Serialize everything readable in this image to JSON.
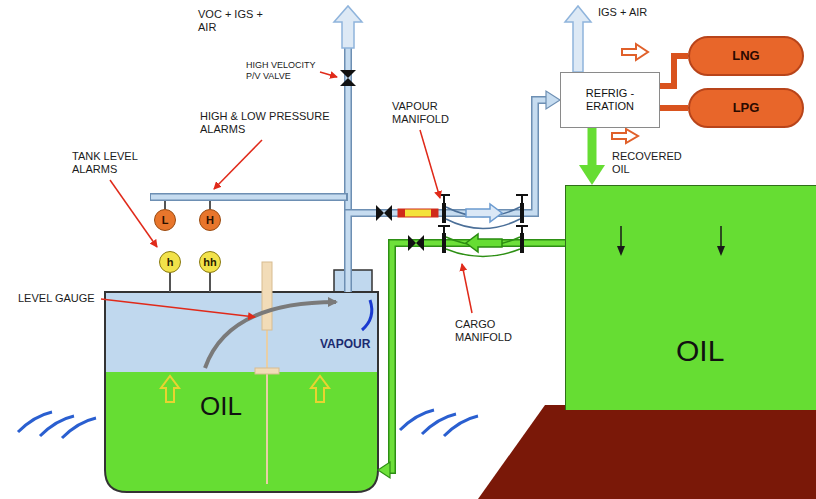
{
  "diagram": {
    "nodes": [
      {
        "text": [
          "REFRIG - ERATION"
        ]
      },
      {
        "text": [
          "LNG"
        ]
      },
      {
        "text": [
          "LPG"
        ]
      },
      {
        "text": [
          "L"
        ]
      },
      {
        "text": [
          "H"
        ]
      },
      {
        "text": [
          "h"
        ]
      },
      {
        "text": [
          "hh"
        ]
      },
      {
        "text": [
          "VAPOUR",
          "OIL"
        ]
      },
      {
        "text": [
          "OIL"
        ]
      }
    ],
    "edges": [
      {
        "from": 7,
        "to": 0,
        "arrow": "to"
      },
      {
        "from": 0,
        "to": 1,
        "arrow": "none"
      },
      {
        "from": 0,
        "to": 2,
        "arrow": "none"
      },
      {
        "from": 0,
        "to": 8,
        "arrow": "to"
      },
      {
        "from": 8,
        "to": 7,
        "arrow": "to"
      },
      {
        "from": 5,
        "to": 7,
        "arrow": "none"
      },
      {
        "from": 6,
        "to": 7,
        "arrow": "none"
      }
    ],
    "labels": [
      "VOC + IGS + AIR",
      "HIGH VELOCITY P/V VALVE",
      "HIGH & LOW PRESSURE ALARMS",
      "TANK LEVEL ALARMS",
      "VAPOUR MANIFOLD",
      "IGS + AIR",
      "RECOVERED OIL",
      "LEVEL GAUGE",
      "CARGO MANIFOLD"
    ]
  }
}
